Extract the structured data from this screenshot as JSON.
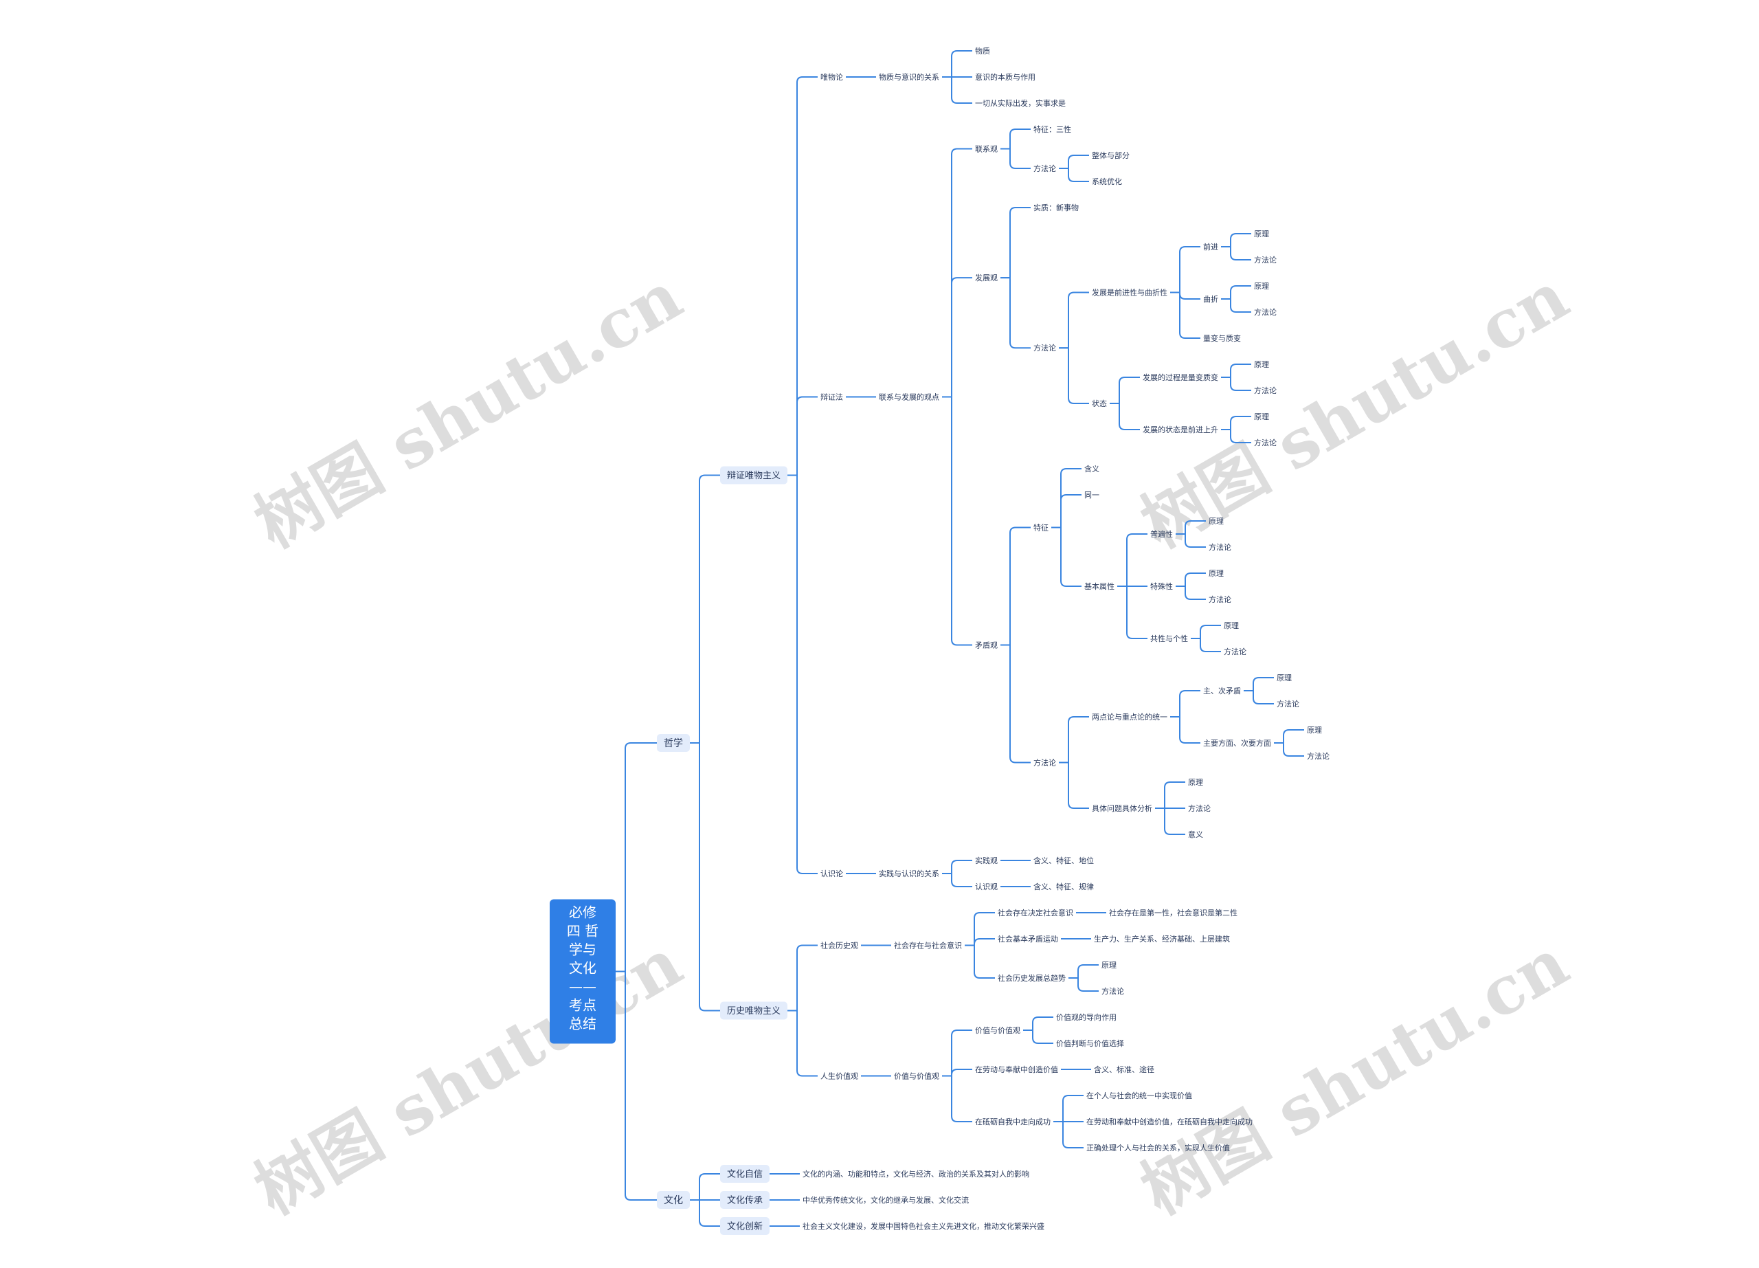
{
  "root": {
    "lines": [
      "必修",
      "四 哲",
      "学与",
      "文化",
      "——",
      "考点",
      "总结"
    ]
  },
  "colors": {
    "line": "#3a85e0",
    "root_bg": "#2f7fe6",
    "node_bg": "#e3ecfb",
    "text": "#2a3a5c"
  },
  "watermark": "树图 shutu.cn",
  "tree": [
    {
      "text": "哲学",
      "children": [
        {
          "text": "辩证唯物主义",
          "children": [
            {
              "text": "唯物论",
              "children": [
                {
                  "text": "物质与意识的关系",
                  "children": [
                    {
                      "text": "物质"
                    },
                    {
                      "text": "意识的本质与作用"
                    },
                    {
                      "text": "一切从实际出发，实事求是"
                    }
                  ]
                }
              ]
            },
            {
              "text": "辩证法",
              "children": [
                {
                  "text": "联系与发展的观点",
                  "children": [
                    {
                      "text": "联系观",
                      "children": [
                        {
                          "text": "特征：三性"
                        },
                        {
                          "text": "方法论",
                          "children": [
                            {
                              "text": "整体与部分"
                            },
                            {
                              "text": "系统优化"
                            }
                          ]
                        }
                      ]
                    },
                    {
                      "text": "发展观",
                      "children": [
                        {
                          "text": "实质：新事物"
                        },
                        {
                          "text": "方法论",
                          "children": [
                            {
                              "text": "发展是前进性与曲折性",
                              "children": [
                                {
                                  "text": "前进",
                                  "children": [
                                    {
                                      "text": "原理"
                                    },
                                    {
                                      "text": "方法论"
                                    }
                                  ]
                                },
                                {
                                  "text": "曲折",
                                  "children": [
                                    {
                                      "text": "原理"
                                    },
                                    {
                                      "text": "方法论"
                                    }
                                  ]
                                },
                                {
                                  "text": "量变与质变"
                                }
                              ]
                            },
                            {
                              "text": "状态",
                              "children": [
                                {
                                  "text": "发展的过程是量变质变",
                                  "children": [
                                    {
                                      "text": "原理"
                                    },
                                    {
                                      "text": "方法论"
                                    }
                                  ]
                                },
                                {
                                  "text": "发展的状态是前进上升",
                                  "children": [
                                    {
                                      "text": "原理"
                                    },
                                    {
                                      "text": "方法论"
                                    }
                                  ]
                                }
                              ]
                            }
                          ]
                        }
                      ]
                    },
                    {
                      "text": "矛盾观",
                      "children": [
                        {
                          "text": "特征",
                          "children": [
                            {
                              "text": "含义"
                            },
                            {
                              "text": "同一"
                            },
                            {
                              "text": "基本属性",
                              "children": [
                                {
                                  "text": "普遍性",
                                  "children": [
                                    {
                                      "text": "原理"
                                    },
                                    {
                                      "text": "方法论"
                                    }
                                  ]
                                },
                                {
                                  "text": "特殊性",
                                  "children": [
                                    {
                                      "text": "原理"
                                    },
                                    {
                                      "text": "方法论"
                                    }
                                  ]
                                },
                                {
                                  "text": "共性与个性",
                                  "children": [
                                    {
                                      "text": "原理"
                                    },
                                    {
                                      "text": "方法论"
                                    }
                                  ]
                                }
                              ]
                            }
                          ]
                        },
                        {
                          "text": "方法论",
                          "children": [
                            {
                              "text": "两点论与重点论的统一",
                              "children": [
                                {
                                  "text": "主、次矛盾",
                                  "children": [
                                    {
                                      "text": "原理"
                                    },
                                    {
                                      "text": "方法论"
                                    }
                                  ]
                                },
                                {
                                  "text": "主要方面、次要方面",
                                  "children": [
                                    {
                                      "text": "原理"
                                    },
                                    {
                                      "text": "方法论"
                                    }
                                  ]
                                }
                              ]
                            },
                            {
                              "text": "具体问题具体分析",
                              "children": [
                                {
                                  "text": "原理"
                                },
                                {
                                  "text": "方法论"
                                },
                                {
                                  "text": "意义"
                                }
                              ]
                            }
                          ]
                        }
                      ]
                    }
                  ]
                }
              ]
            },
            {
              "text": "认识论",
              "children": [
                {
                  "text": "实践与认识的关系",
                  "children": [
                    {
                      "text": "实践观",
                      "children": [
                        {
                          "text": "含义、特征、地位"
                        }
                      ]
                    },
                    {
                      "text": "认识观",
                      "children": [
                        {
                          "text": "含义、特征、规律"
                        }
                      ]
                    }
                  ]
                }
              ]
            }
          ]
        },
        {
          "text": "历史唯物主义",
          "children": [
            {
              "text": "社会历史观",
              "children": [
                {
                  "text": "社会存在与社会意识",
                  "children": [
                    {
                      "text": "社会存在决定社会意识",
                      "children": [
                        {
                          "text": "社会存在是第一性，社会意识是第二性"
                        }
                      ]
                    },
                    {
                      "text": "社会基本矛盾运动",
                      "children": [
                        {
                          "text": "生产力、生产关系、经济基础、上层建筑"
                        }
                      ]
                    },
                    {
                      "text": "社会历史发展总趋势",
                      "children": [
                        {
                          "text": "原理"
                        },
                        {
                          "text": "方法论"
                        }
                      ]
                    }
                  ]
                }
              ]
            },
            {
              "text": "人生价值观",
              "children": [
                {
                  "text": "价值与价值观",
                  "children": [
                    {
                      "text": "价值与价值观",
                      "children": [
                        {
                          "text": "价值观的导向作用"
                        },
                        {
                          "text": "价值判断与价值选择"
                        }
                      ]
                    },
                    {
                      "text": "在劳动与奉献中创造价值",
                      "children": [
                        {
                          "text": "含义、标准、途径"
                        }
                      ]
                    },
                    {
                      "text": "在砥砺自我中走向成功",
                      "children": [
                        {
                          "text": "在个人与社会的统一中实现价值"
                        },
                        {
                          "text": "在劳动和奉献中创造价值，在砥砺自我中走向成功"
                        },
                        {
                          "text": "正确处理个人与社会的关系，实现人生价值"
                        }
                      ]
                    }
                  ]
                }
              ]
            }
          ]
        }
      ]
    },
    {
      "text": "文化",
      "children": [
        {
          "text": "文化自信",
          "children": [
            {
              "text": "文化的内涵、功能和特点，文化与经济、政治的关系及其对人的影响"
            }
          ]
        },
        {
          "text": "文化传承",
          "children": [
            {
              "text": "中华优秀传统文化，文化的继承与发展、文化交流"
            }
          ]
        },
        {
          "text": "文化创新",
          "children": [
            {
              "text": "社会主义文化建设，发展中国特色社会主义先进文化，推动文化繁荣兴盛"
            }
          ]
        }
      ]
    }
  ]
}
